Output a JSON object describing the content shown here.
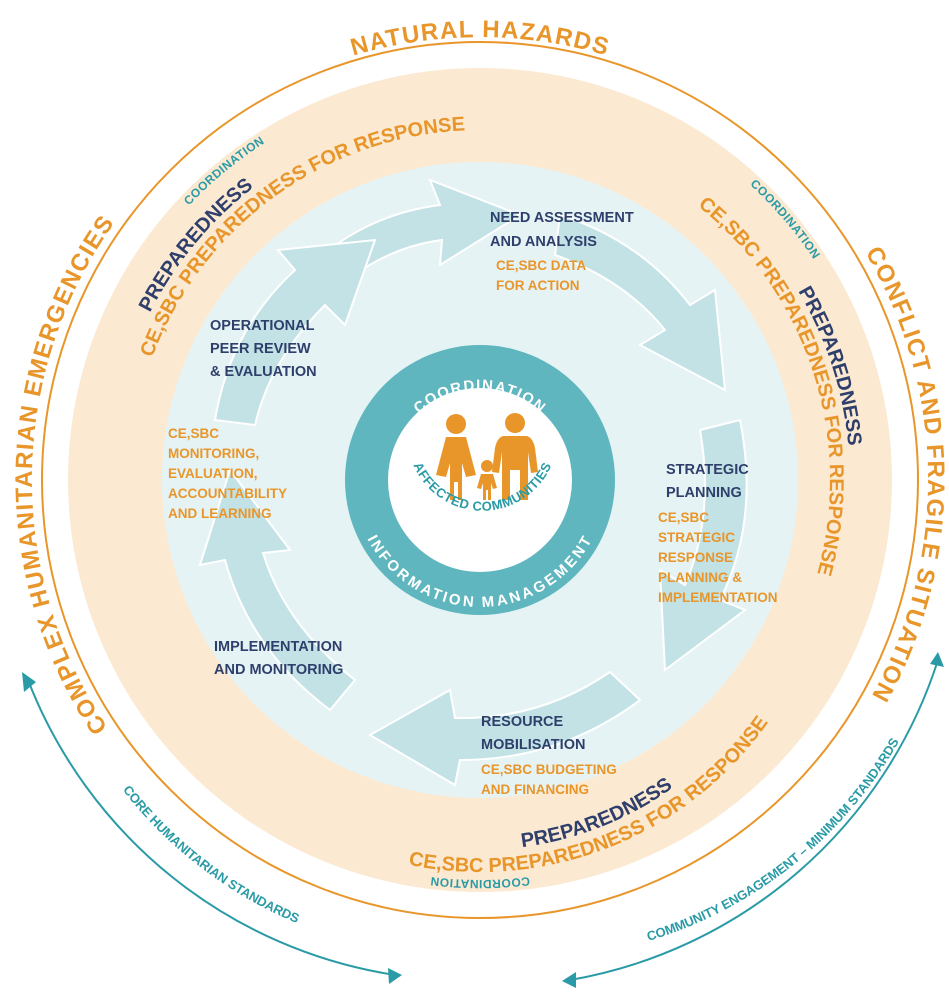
{
  "outer": {
    "top": "NATURAL HAZARDS",
    "left": "COMPLEX HUMANITARIAN EMERGENCIES",
    "right": "CONFLICT AND FRAGILE SITUATION"
  },
  "coordination_label": "COORDINATION",
  "preparedness_label": "PREPAREDNESS",
  "cesbc_preparedness": "CE,SBC PREPAREDNESS FOR RESPONSE",
  "standards": {
    "left": "CORE HUMANITARIAN STANDARDS",
    "right": "COMMUNITY ENGAGEMENT – MINIMUM STANDARDS"
  },
  "center": {
    "ring_top": "COORDINATION",
    "ring_bottom": "INFORMATION MANAGEMENT",
    "affected": "AFFECTED COMMUNITIES"
  },
  "steps": {
    "need": {
      "title": [
        "NEED ASSESSMENT",
        "AND ANALYSIS"
      ],
      "sub": [
        "CE,SBC DATA",
        "FOR ACTION"
      ]
    },
    "strategic": {
      "title": [
        "STRATEGIC",
        "PLANNING"
      ],
      "sub": [
        "CE,SBC",
        "STRATEGIC",
        "RESPONSE",
        "PLANNING &",
        "IMPLEMENTATION"
      ]
    },
    "resource": {
      "title": [
        "RESOURCE",
        "MOBILISATION"
      ],
      "sub": [
        "CE,SBC BUDGETING",
        "AND FINANCING"
      ]
    },
    "implementation": {
      "title": [
        "IMPLEMENTATION",
        "AND MONITORING"
      ],
      "sub": []
    },
    "monitoring": {
      "title": [],
      "sub": [
        "CE,SBC",
        "MONITORING,",
        "EVALUATION,",
        "ACCOUNTABILITY",
        "AND LEARNING"
      ]
    },
    "review": {
      "title": [
        "OPERATIONAL",
        "PEER REVIEW",
        "& EVALUATION"
      ],
      "sub": []
    }
  },
  "colors": {
    "orange": "#E8962A",
    "teal": "#2A9BA6",
    "navy": "#2F3F6B",
    "peach": "#FBE9D2",
    "pale_blue": "#E6F3F5",
    "arrow_blue": "#C2E2E6",
    "ring_teal": "#5FB6BF"
  },
  "icons": {
    "family": "family-icon"
  }
}
